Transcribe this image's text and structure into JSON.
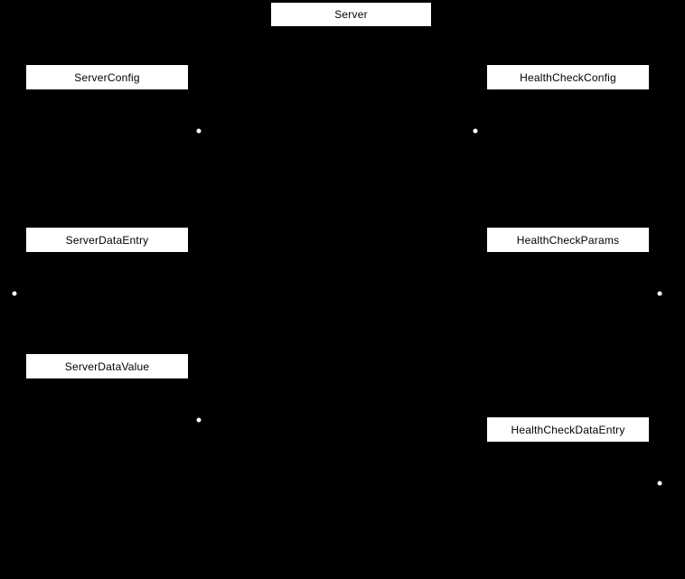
{
  "diagram": {
    "type": "class-relationship-diagram",
    "background_color": "#000000",
    "node_fill_color": "#ffffff",
    "node_text_color": "#000000",
    "connector_dot_color": "#ffffff",
    "nodes": [
      {
        "label": "Server"
      },
      {
        "label": "ServerConfig"
      },
      {
        "label": "HealthCheckConfig"
      },
      {
        "label": "ServerDataEntry"
      },
      {
        "label": "HealthCheckParams"
      },
      {
        "label": "ServerDataValue"
      },
      {
        "label": "HealthCheckDataEntry"
      }
    ],
    "connector_dots": [
      {
        "name": "dot-below-right-of-server-config"
      },
      {
        "name": "dot-below-left-of-health-check-config"
      },
      {
        "name": "dot-left-below-server-data-entry"
      },
      {
        "name": "dot-right-below-health-check-params"
      },
      {
        "name": "dot-below-right-of-server-data-value"
      },
      {
        "name": "dot-right-below-health-check-data-entry"
      }
    ]
  }
}
